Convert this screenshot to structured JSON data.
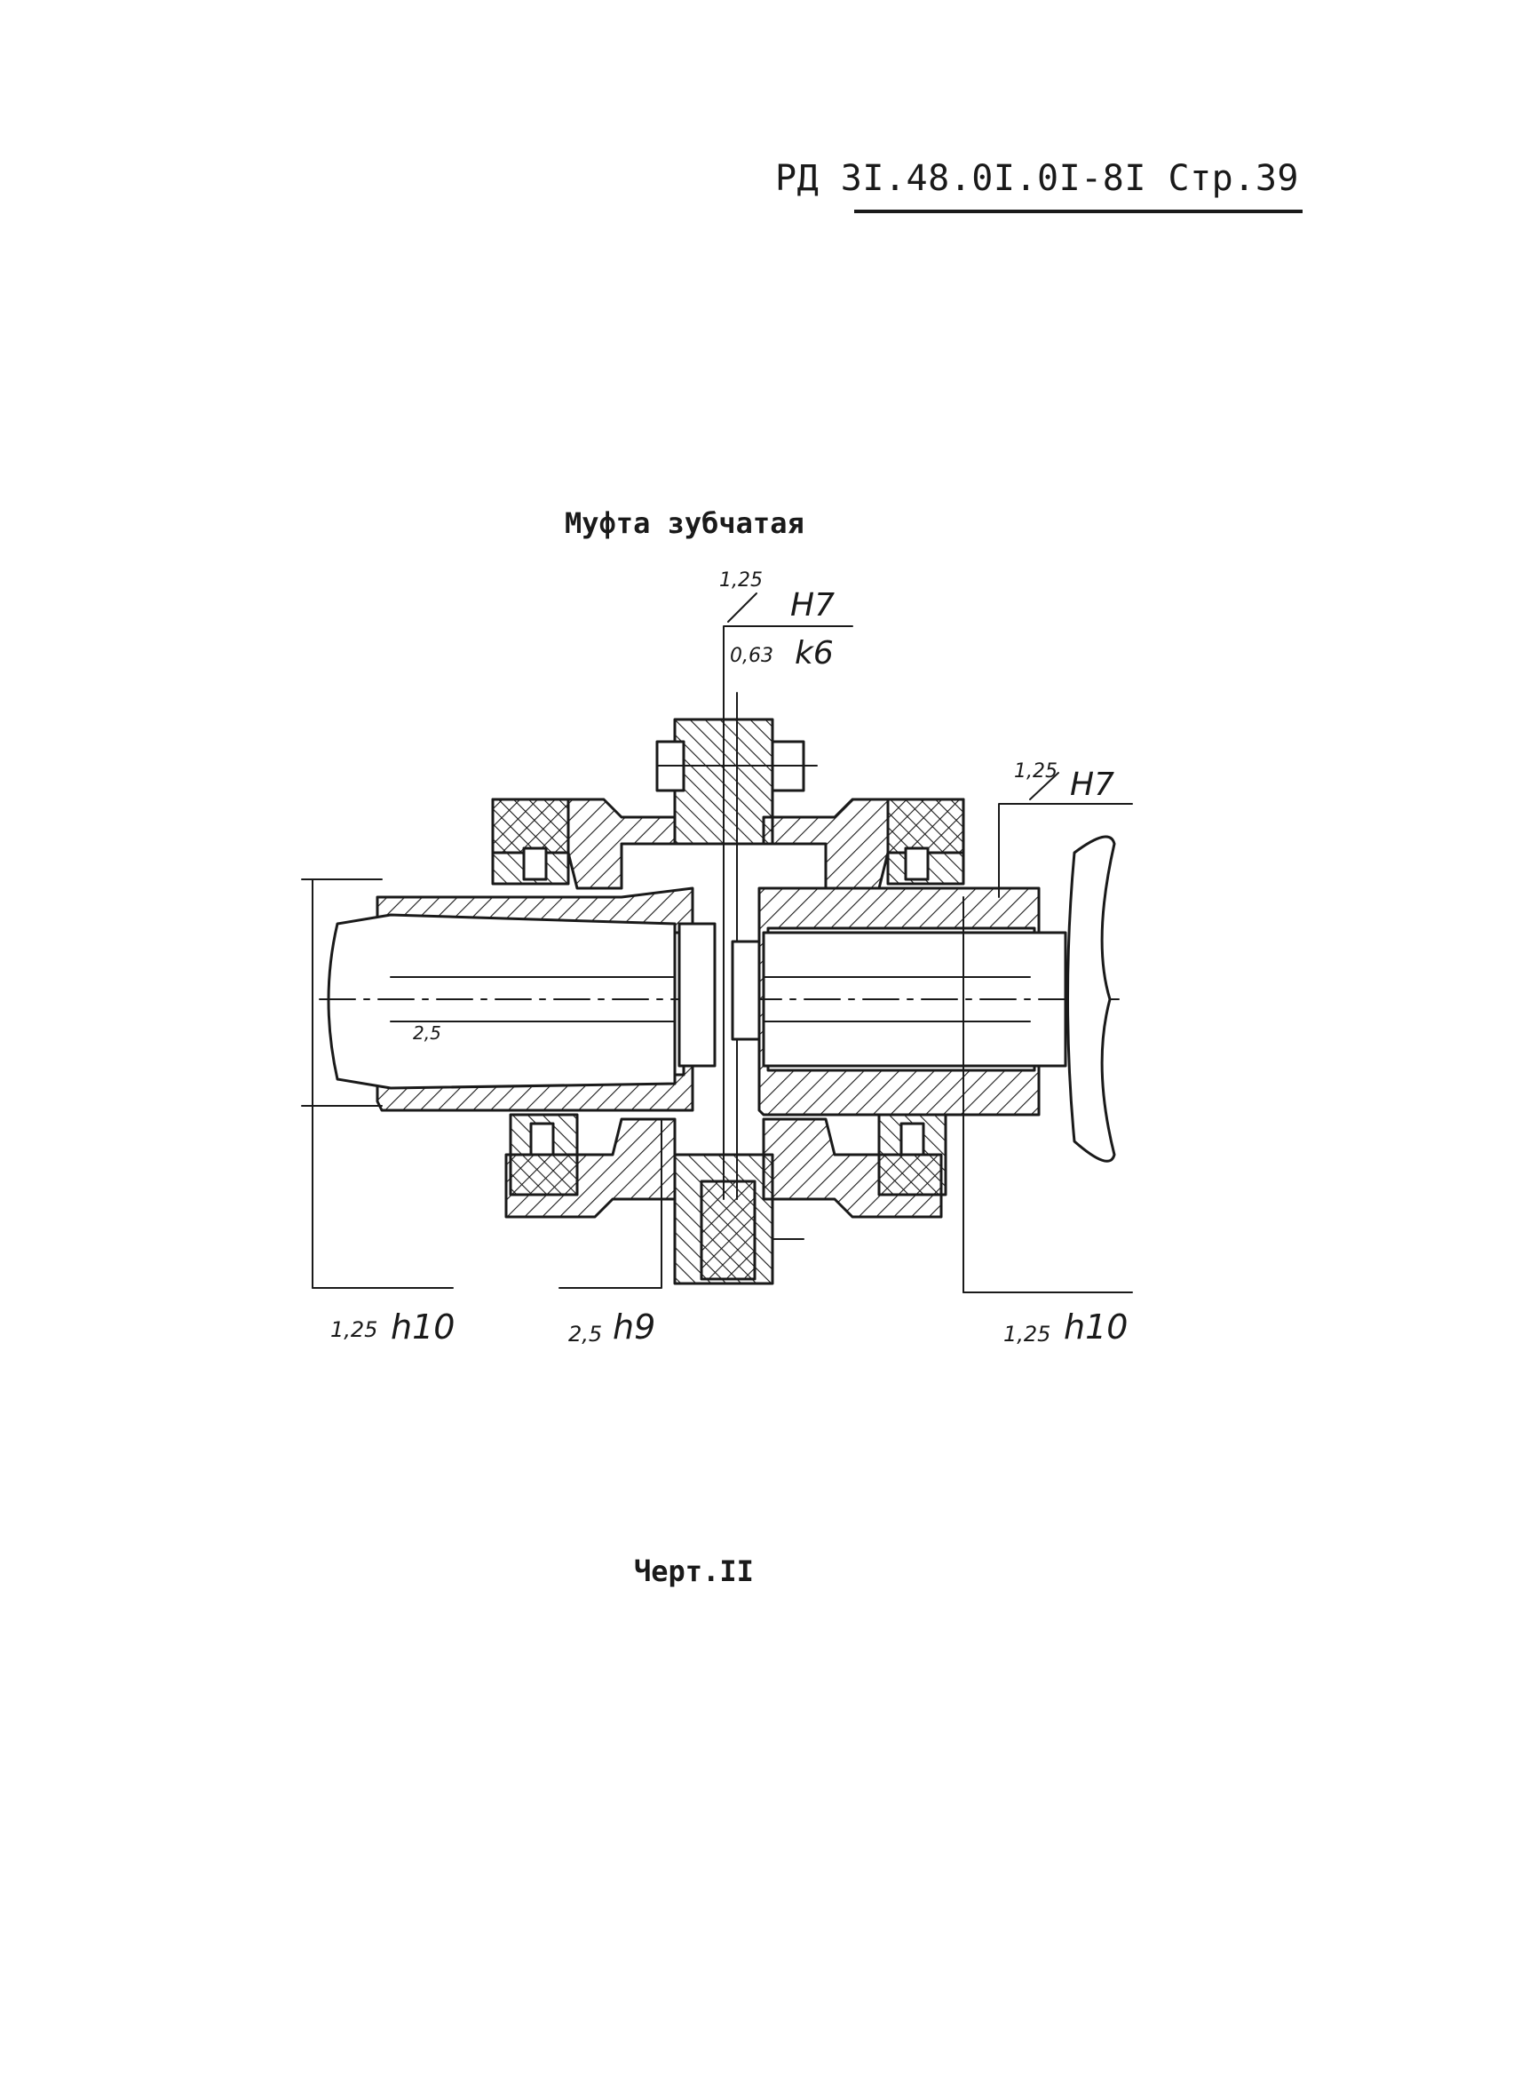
{
  "header": {
    "document_ref": "РД 3I.48.0I.0I-8I Стр.39"
  },
  "figure": {
    "title": "Муфта зубчатая",
    "caption": "Черт.II",
    "annotations": {
      "top_roughness_upper": "1,25",
      "top_roughness_lower": "0,63",
      "top_fit_upper": "H7",
      "top_fit_lower": "k6",
      "right_roughness": "1,25",
      "right_fit": "H7",
      "inner_roughness": "2,5",
      "bottom_left_roughness": "1,25",
      "bottom_left_fit": "h10",
      "bottom_mid_roughness": "2,5",
      "bottom_mid_fit": "h9",
      "bottom_right_roughness": "1,25",
      "bottom_right_fit": "h10"
    }
  }
}
